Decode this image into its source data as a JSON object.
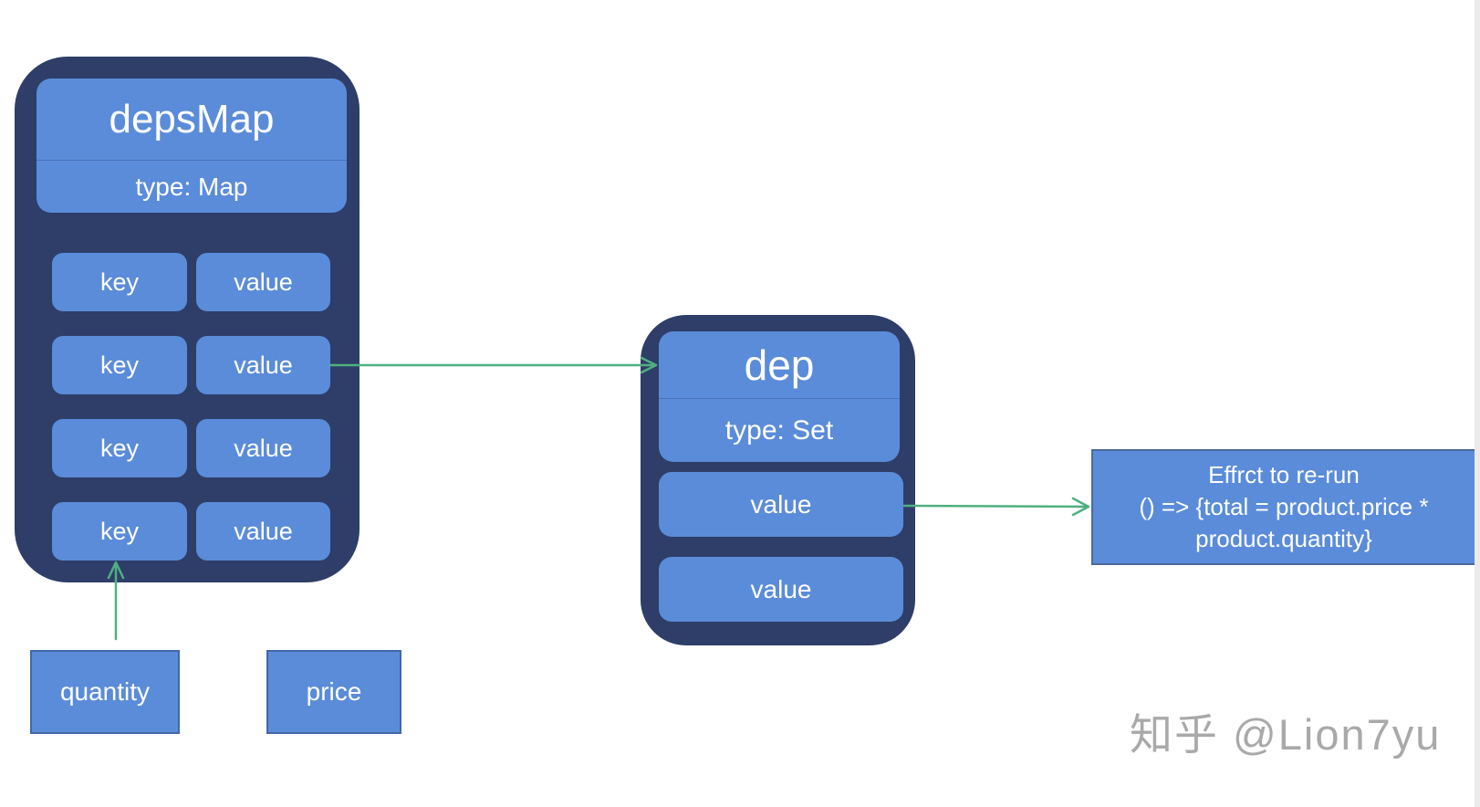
{
  "diagram": {
    "deps_map": {
      "title": "depsMap",
      "type_label": "type: Map",
      "rows": [
        {
          "key": "key",
          "value": "value"
        },
        {
          "key": "key",
          "value": "value"
        },
        {
          "key": "key",
          "value": "value"
        },
        {
          "key": "key",
          "value": "value"
        }
      ]
    },
    "dep": {
      "title": "dep",
      "type_label": "type: Set",
      "values": [
        "value",
        "value"
      ]
    },
    "effect": {
      "lines": [
        "Effrct to re-run",
        "() => {total = product.price *",
        "product.quantity}"
      ]
    },
    "reactive_props": {
      "quantity": "quantity",
      "price": "price"
    },
    "connections": [
      {
        "from": "depsMap row 2 value",
        "to": "dep"
      },
      {
        "from": "dep value 1",
        "to": "effect"
      },
      {
        "from": "quantity",
        "to": "depsMap row 4 key"
      }
    ],
    "colors": {
      "container_navy": "#2e3e68",
      "box_blue": "#5b8cd9",
      "rect_border_blue": "#4169a8",
      "arrow_green": "#4fb080",
      "text_white": "#ffffff"
    }
  },
  "watermark": {
    "text": "知乎 @Lion7yu",
    "color": "#a9a9a9"
  }
}
